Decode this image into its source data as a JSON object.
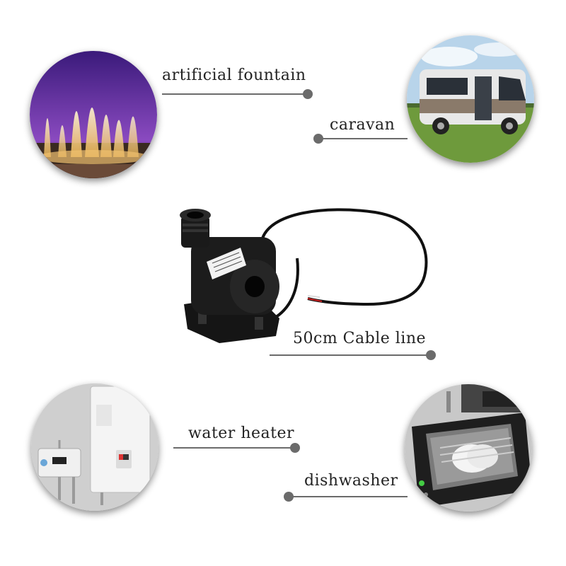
{
  "labels": {
    "fountain": "artificial fountain",
    "caravan": "caravan",
    "cable": "50cm Cable line",
    "heater": "water heater",
    "dishwasher": "dishwasher"
  },
  "colors": {
    "connector": "#6b6b6b",
    "pump_body": "#1c1c1c"
  }
}
